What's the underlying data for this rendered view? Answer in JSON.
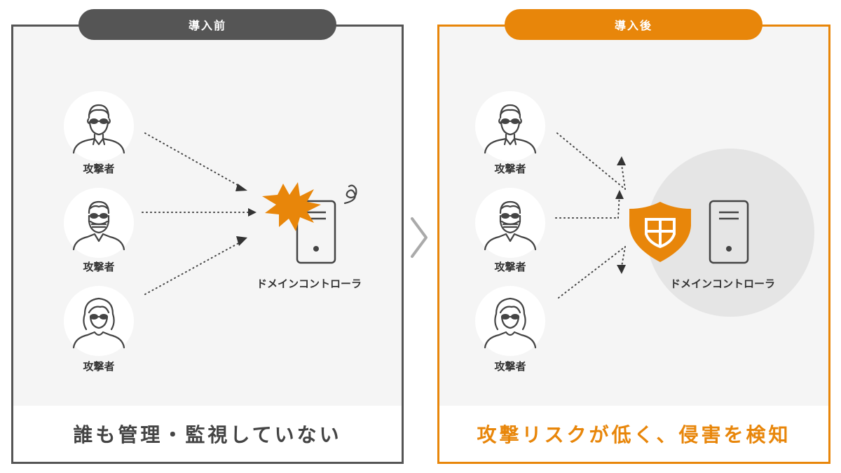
{
  "before": {
    "badge": "導入前",
    "attacker_label": "攻撃者",
    "controller_label": "ドメインコントローラ",
    "caption": "誰も管理・監視していない"
  },
  "after": {
    "badge": "導入後",
    "attacker_label": "攻撃者",
    "controller_label": "ドメインコントローラ",
    "caption": "攻撃リスクが低く、侵害を検知"
  },
  "colors": {
    "accent": "#e8860a",
    "dark": "#555555",
    "panel_bg": "#f5f5f5"
  }
}
